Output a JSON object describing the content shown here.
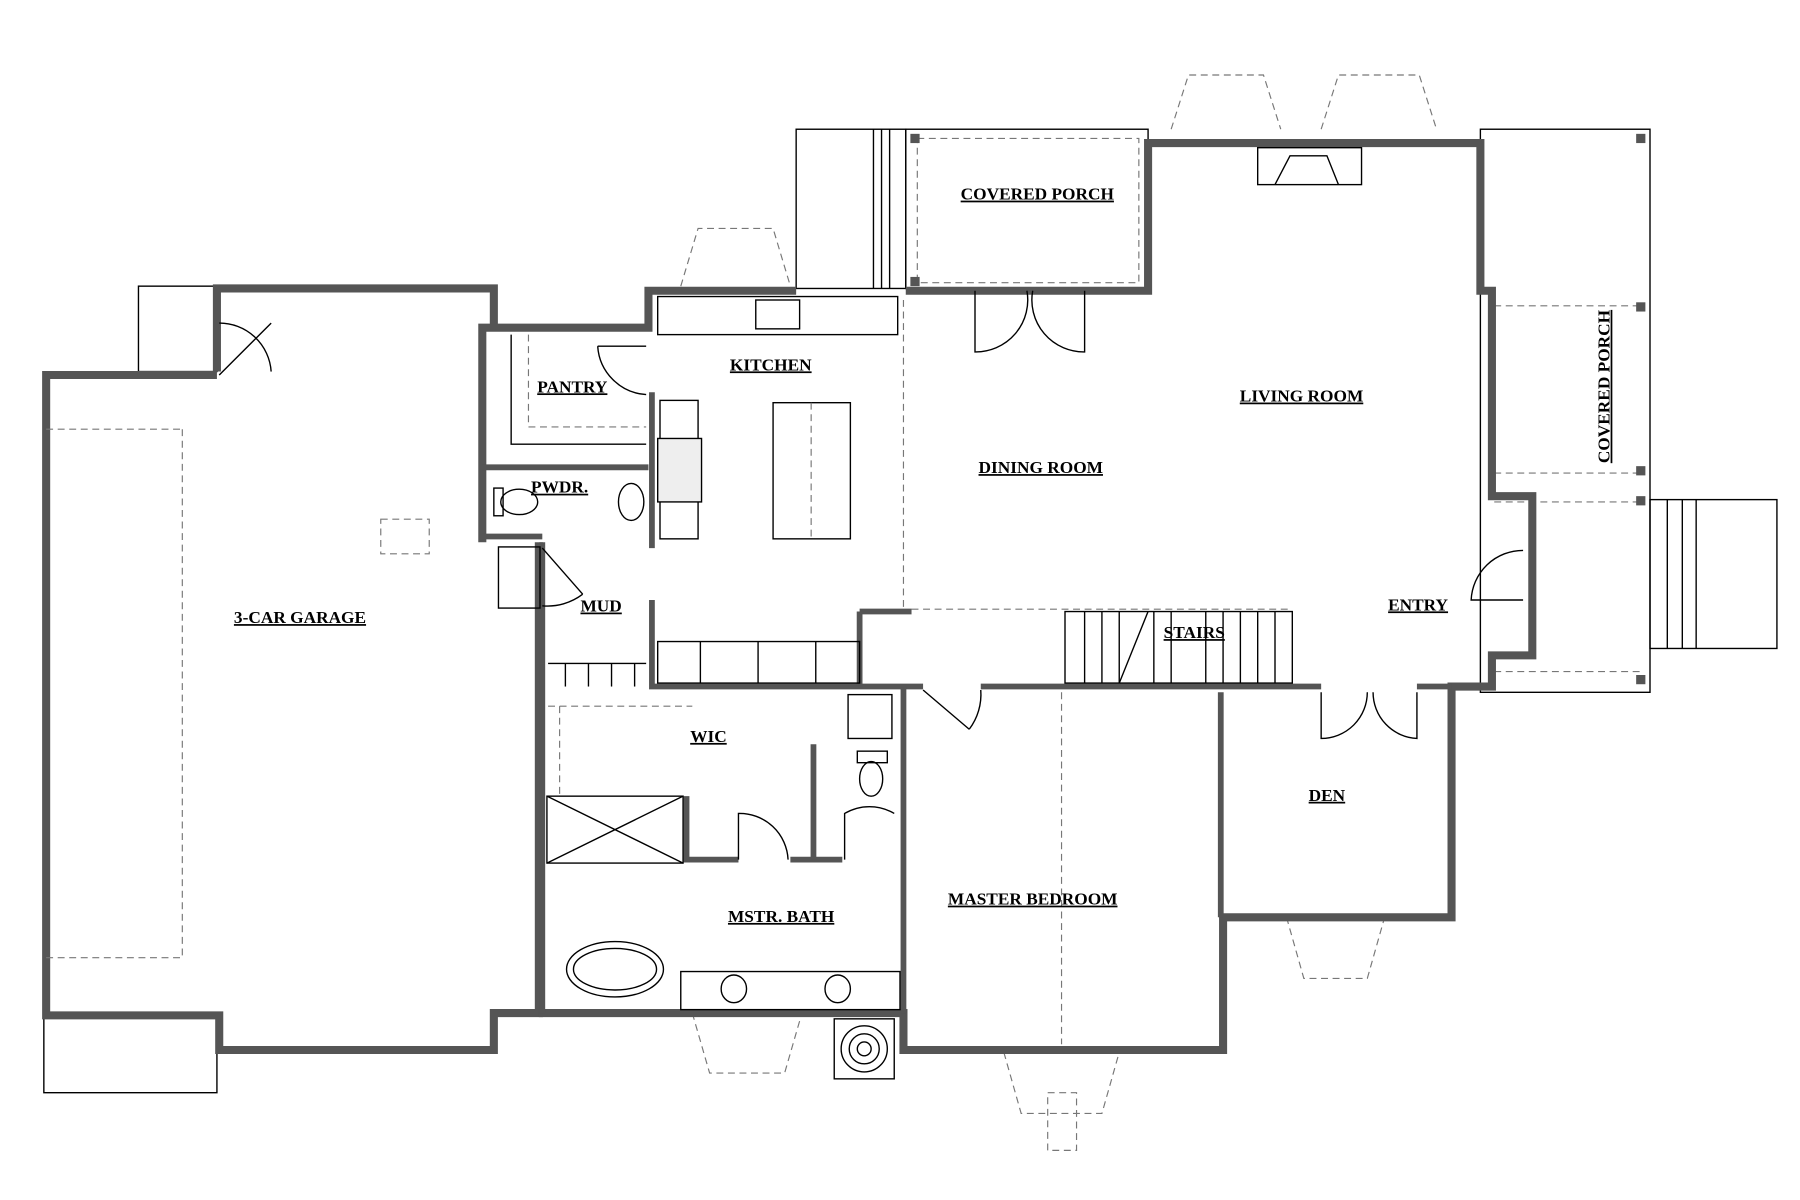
{
  "title": "Floor Plan",
  "rooms": {
    "garage": "3-CAR GARAGE",
    "pantry": "PANTRY",
    "powder": "PWDR.",
    "mud": "MUD",
    "kitchen": "KITCHEN",
    "dining": "DINING ROOM",
    "living": "LIVING ROOM",
    "porch_top": "COVERED PORCH",
    "porch_right": "COVERED PORCH",
    "entry": "ENTRY",
    "stairs": "STAIRS",
    "wic": "WIC",
    "master_bath": "MSTR. BATH",
    "master_bedroom": "MASTER BEDROOM",
    "den": "DEN"
  }
}
